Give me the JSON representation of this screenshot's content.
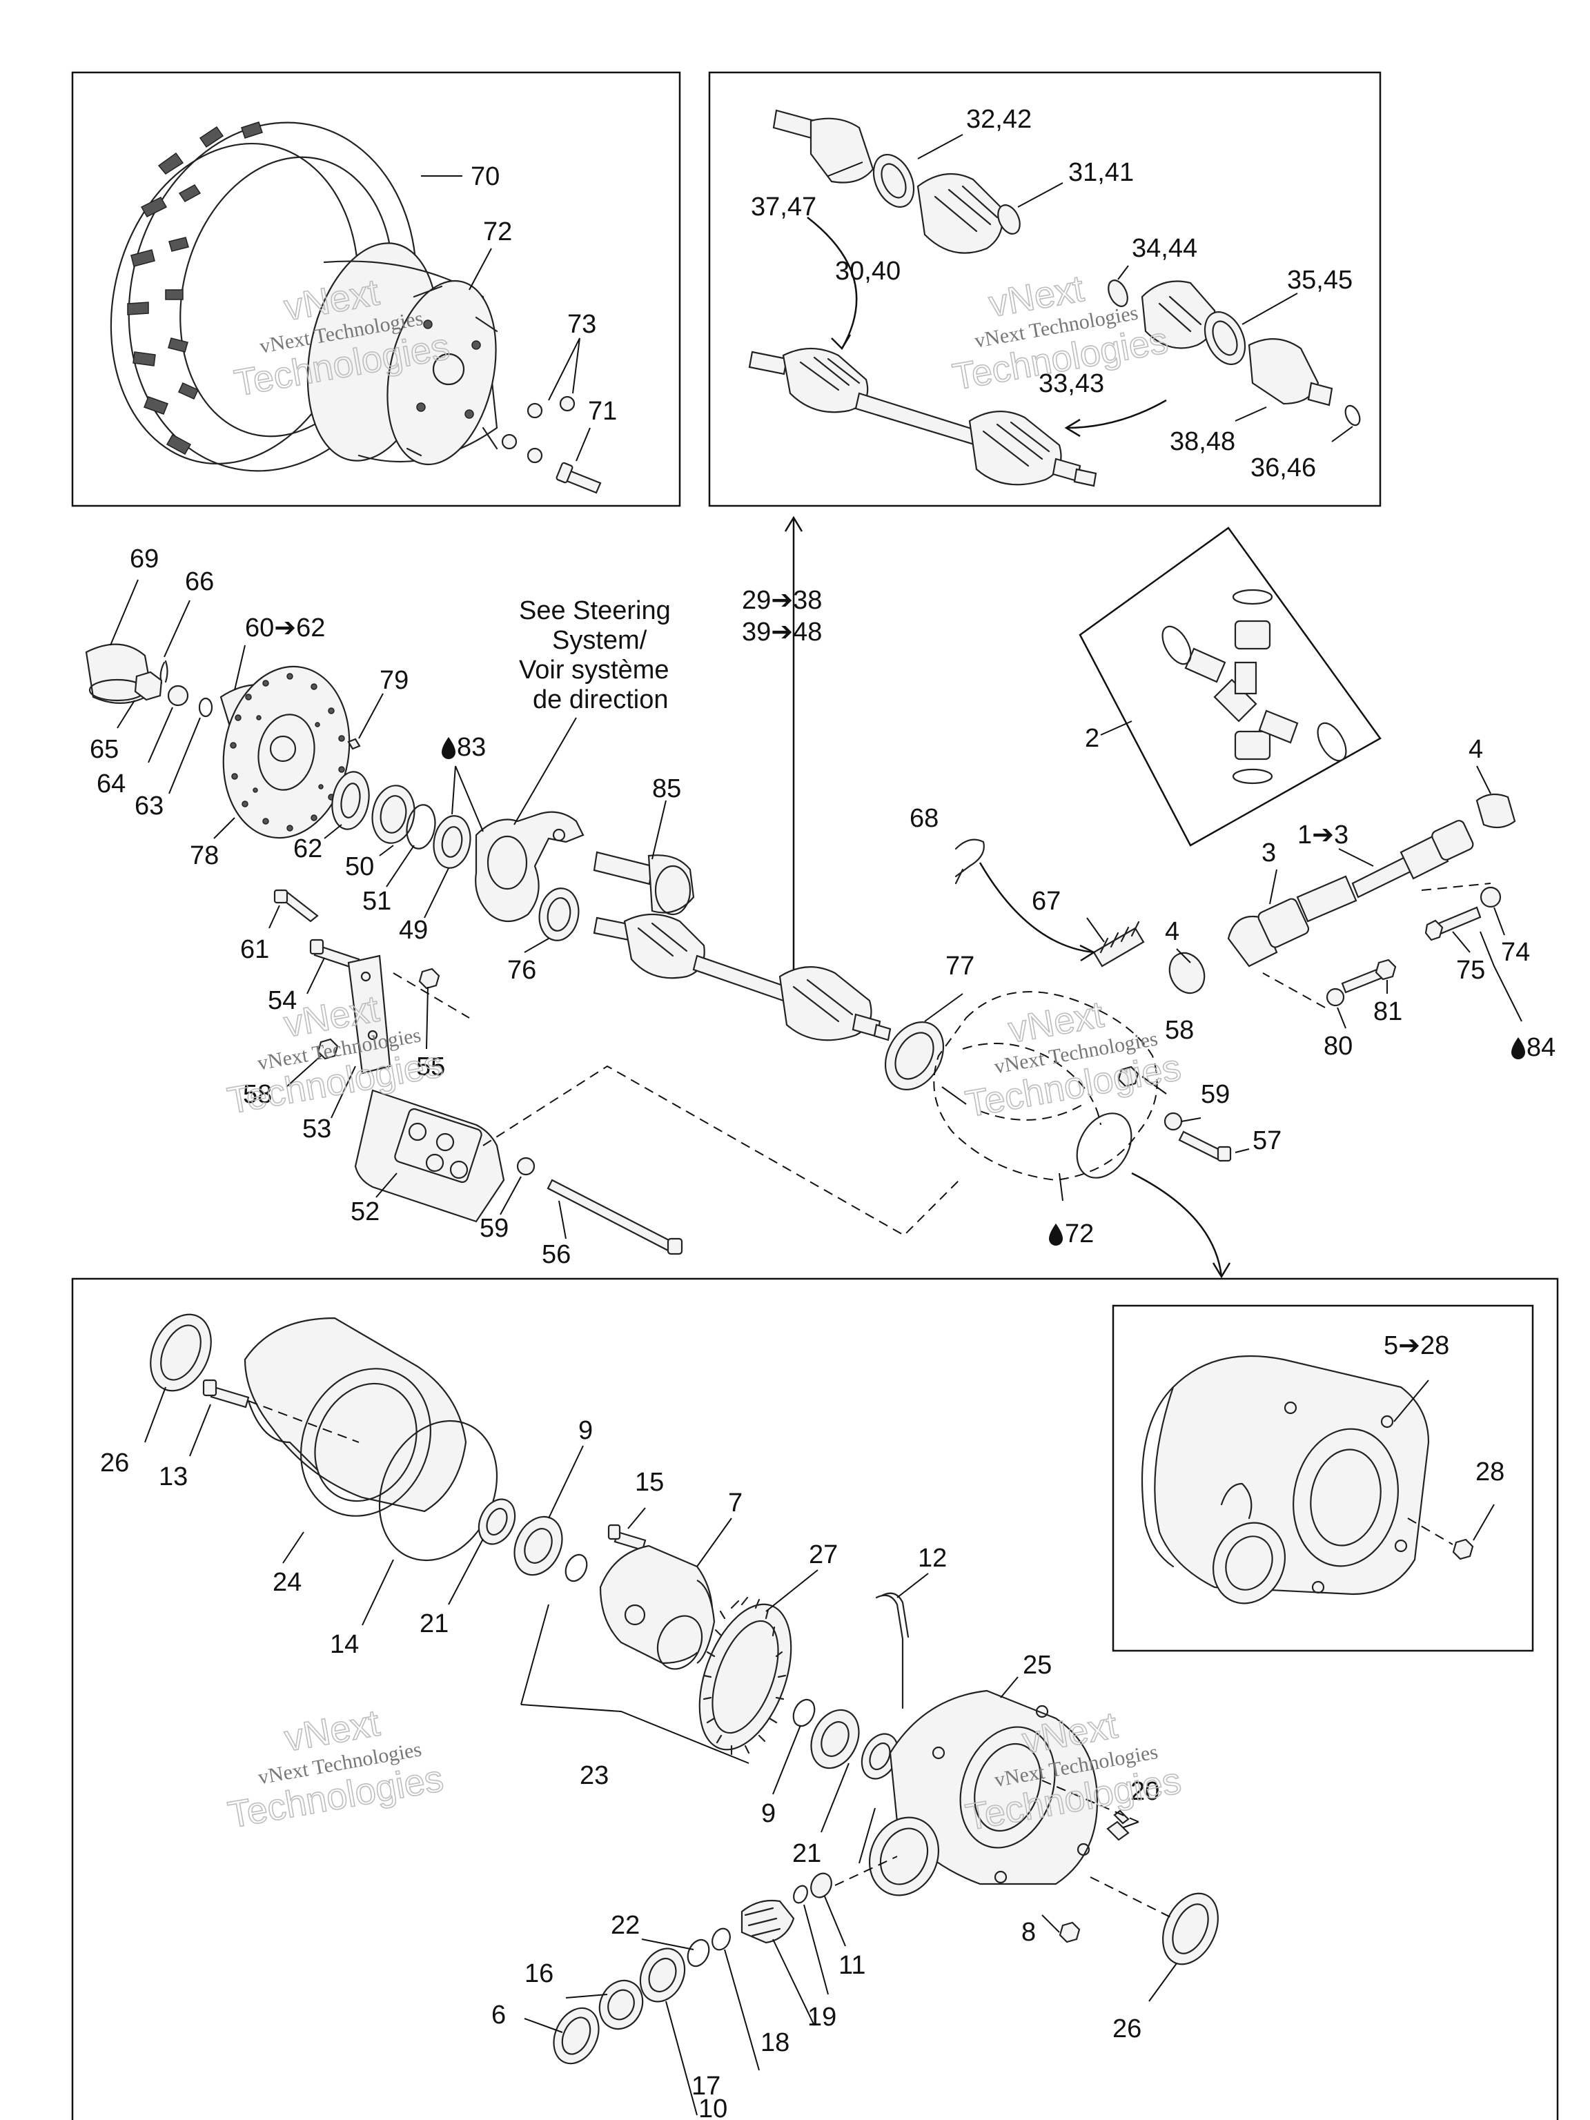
{
  "callouts": {
    "c70": "70",
    "c72": "72",
    "c73": "73",
    "c71": "71",
    "c32_42": "32,42",
    "c37_47": "37,47",
    "c31_41": "31,41",
    "c30_40": "30,40",
    "c34_44": "34,44",
    "c35_45": "35,45",
    "c33_43": "33,43",
    "c38_48": "38,48",
    "c36_46": "36,46",
    "c29_38": "29➔38",
    "c39_48": "39➔48",
    "c69": "69",
    "c66": "66",
    "c60_62": "60➔62",
    "c79": "79",
    "c83": "83",
    "c65": "65",
    "c64": "64",
    "c63": "63",
    "c78": "78",
    "c62": "62",
    "c50": "50",
    "c51": "51",
    "c49": "49",
    "c85": "85",
    "c61": "61",
    "c54": "54",
    "c55": "55",
    "c58a": "58",
    "c53": "53",
    "c52": "52",
    "c59a": "59",
    "c56": "56",
    "c76": "76",
    "c77": "77",
    "c2": "2",
    "c4a": "4",
    "c1_3": "1➔3",
    "c3": "3",
    "c68": "68",
    "c67": "67",
    "c4b": "4",
    "c81": "81",
    "c75": "75",
    "c74": "74",
    "c80": "80",
    "c84": "84",
    "c58b": "58",
    "c59b": "59",
    "c57": "57",
    "c72b": "72",
    "c26a": "26",
    "c13": "13",
    "c24": "24",
    "c14": "14",
    "c21a": "21",
    "c9a": "9",
    "c15": "15",
    "c7": "7",
    "c27": "27",
    "c12": "12",
    "c23": "23",
    "c9b": "9",
    "c21b": "21",
    "c25": "25",
    "c20": "20",
    "c8": "8",
    "c26b": "26",
    "c22": "22",
    "c16": "16",
    "c6": "6",
    "c11": "11",
    "c19": "19",
    "c18": "18",
    "c17": "17",
    "c10": "10",
    "c5_28": "5➔28",
    "c28": "28"
  },
  "steering_note": [
    "See Steering",
    "System/",
    "Voir système",
    "de direction"
  ],
  "watermark": {
    "line1": "vNext Technologies",
    "line2": "vNext",
    "line3": "Technologies"
  },
  "symbols": {
    "oil_drop": "oil-drop-icon"
  }
}
